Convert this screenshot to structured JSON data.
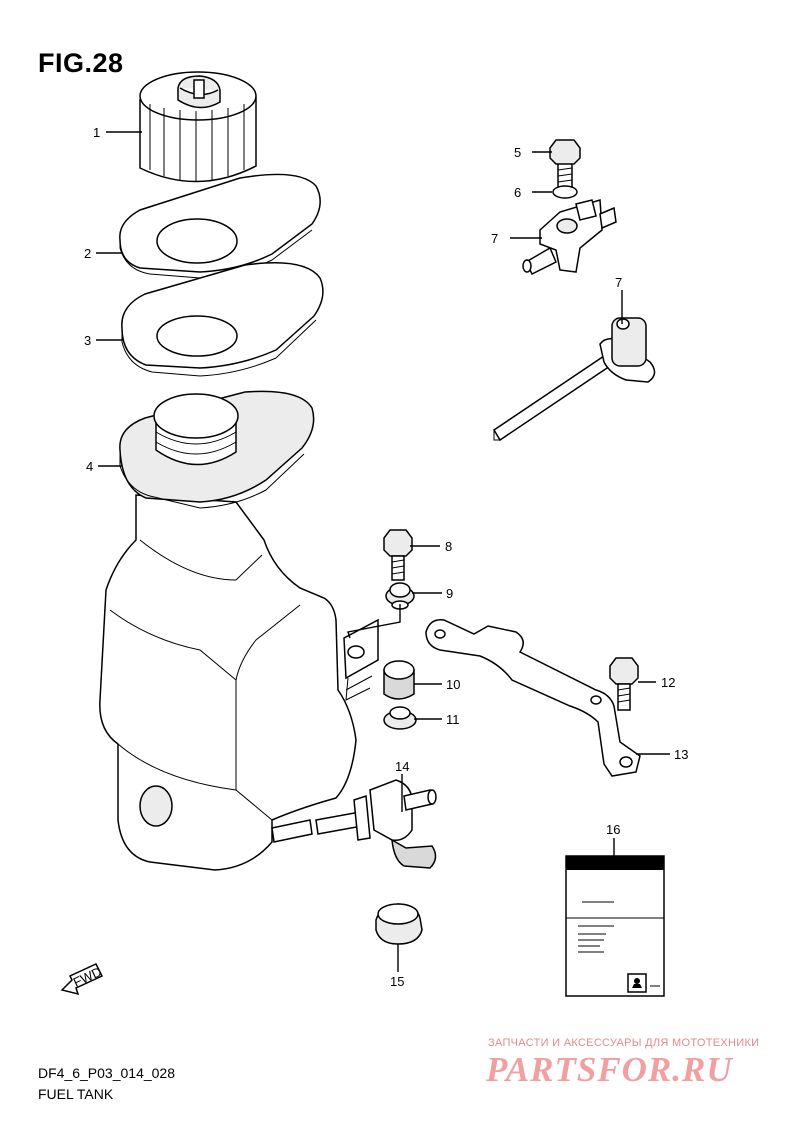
{
  "figure": {
    "title": "FIG.28",
    "code": "DF4_6_P03_014_028",
    "name": "FUEL TANK"
  },
  "callouts": [
    "1",
    "2",
    "3",
    "4",
    "5",
    "6",
    "7",
    "7",
    "8",
    "9",
    "10",
    "11",
    "12",
    "13",
    "14",
    "15",
    "16"
  ],
  "watermark": {
    "line1": "ЗАПЧАСТИ И АКСЕССУАРЫ ДЛЯ МОТОТЕХНИКИ",
    "line2": "PARTSFOR.RU"
  },
  "fwd_label": "FWD",
  "colors": {
    "line": "#000000",
    "watermark": "#f0a0a0"
  }
}
